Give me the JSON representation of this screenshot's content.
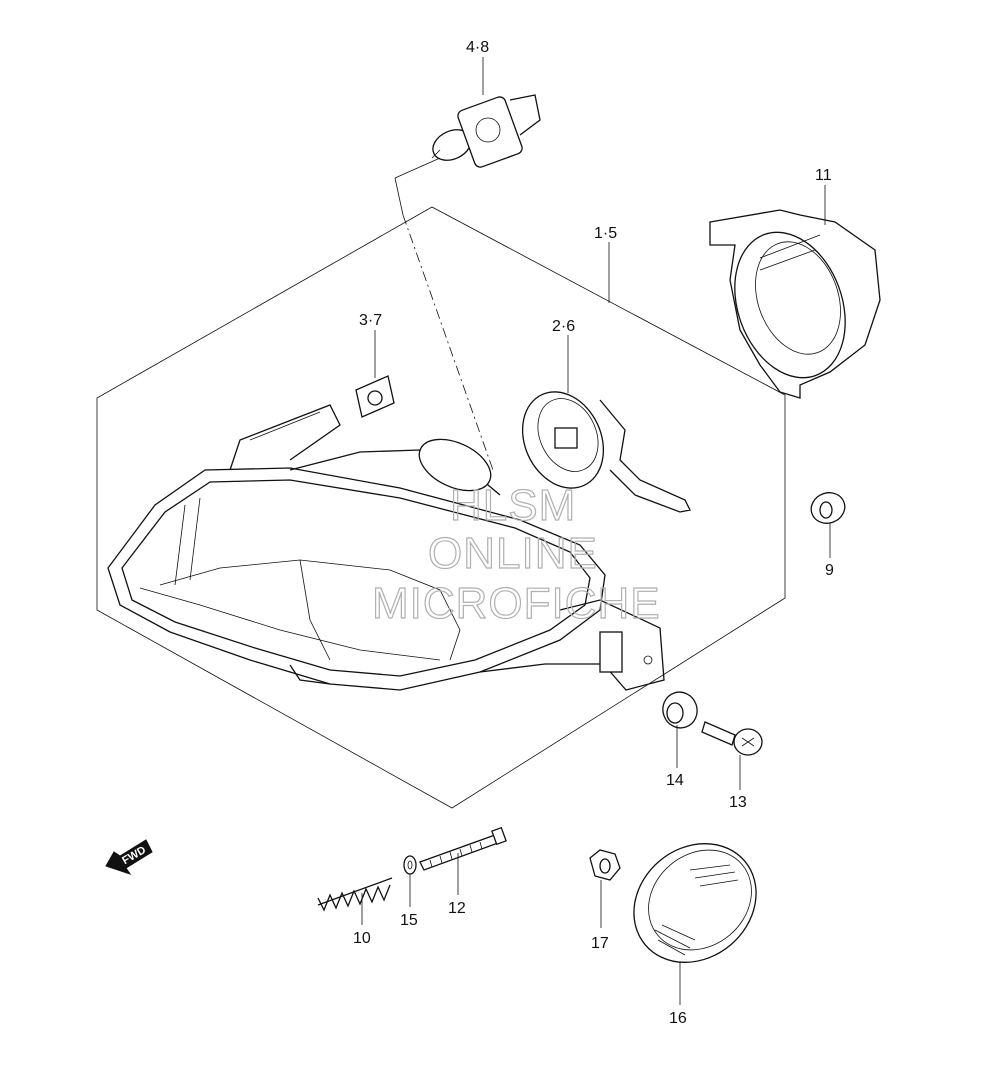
{
  "watermark": {
    "line1": "HLSM",
    "line2": "ONLINE",
    "line3": "MICROFICHE"
  },
  "direction_badge": {
    "text": "FWD",
    "icon": "fwd-arrow-icon"
  },
  "part_labels": {
    "p4_8": "4·8",
    "p11": "11",
    "p1_5": "1·5",
    "p3_7": "3·7",
    "p2_6": "2·6",
    "p9": "9",
    "p14": "14",
    "p13": "13",
    "p10": "10",
    "p15": "15",
    "p12": "12",
    "p17": "17",
    "p16": "16"
  },
  "colors": {
    "line": "#111111",
    "watermark": "#b0b0b0",
    "background": "#ffffff"
  }
}
